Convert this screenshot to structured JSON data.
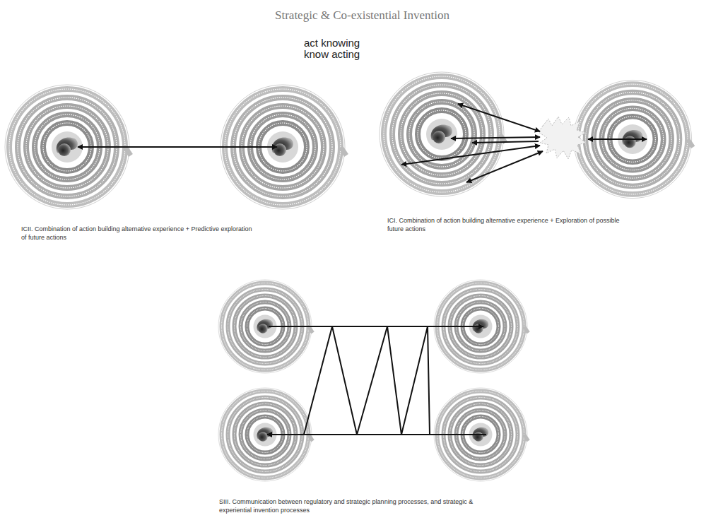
{
  "diagram": {
    "title": "Strategic & Co-existential Invention",
    "labels": [
      "act knowing",
      "know acting",
      "ICII. Combination of action building alternative experience + Predictive exploration of future actions",
      "ICI. Combination of action building alternative experience + Exploration of possible future actions",
      "SIII. Communication between regulatory and strategic planning processes, and strategic & experiential invention processes"
    ]
  }
}
